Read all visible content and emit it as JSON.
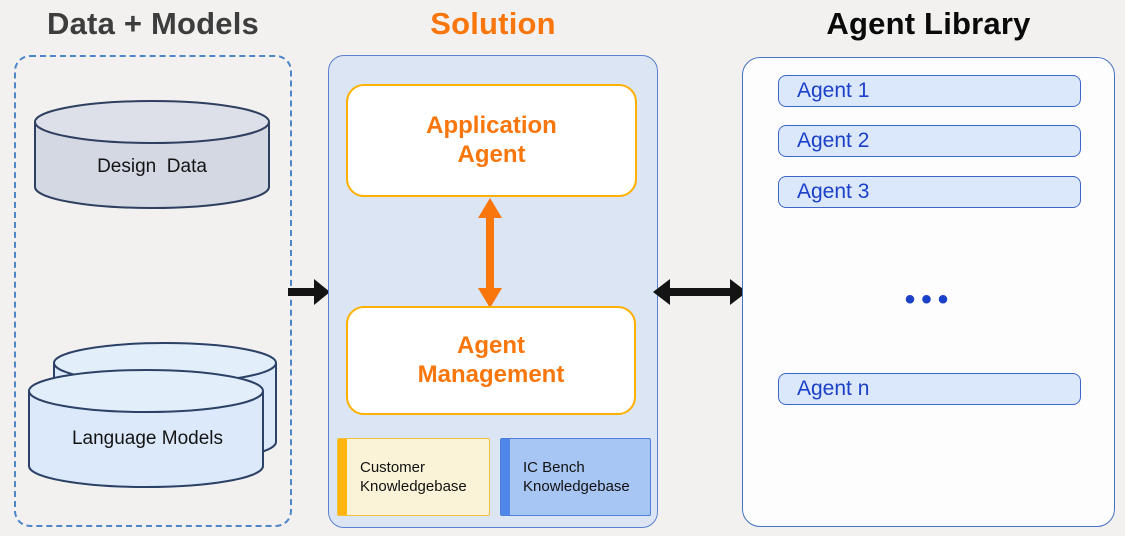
{
  "titles": {
    "data_models": "Data + Models",
    "solution": "Solution",
    "agent_library": "Agent Library"
  },
  "data_models": {
    "design_data_label": "Design  Data",
    "language_models_label": "Language Models"
  },
  "solution": {
    "application_agent_label": "Application\nAgent",
    "agent_management_label": "Agent\nManagement",
    "customer_kb_label": "Customer\nKnowledgebase",
    "icbench_kb_label": "IC Bench\nKnowledgebase"
  },
  "agent_library": {
    "agents": [
      "Agent 1",
      "Agent 2",
      "Agent 3"
    ],
    "ellipsis": "•••",
    "agent_n": "Agent n"
  },
  "colors": {
    "orange_accent": "#F8760B",
    "gold_border": "#FFB000",
    "amber_bar": "#FFB40E",
    "blue_border": "#4472C4",
    "agent_text_blue": "#1B41C8",
    "solution_fill": "#DBE5F4",
    "pill_fill": "#DBE7FA",
    "kb_yellow_fill": "#FAF3D8",
    "kb_blue_fill": "#A8C6F4",
    "cylinder_gray_fill": "#D4D8E2",
    "cylinder_blue_fill": "#DBE9FA",
    "dashed_border_blue": "#4E86C8",
    "title_gray": "#3D3D3D",
    "arrow_black": "#141414"
  }
}
